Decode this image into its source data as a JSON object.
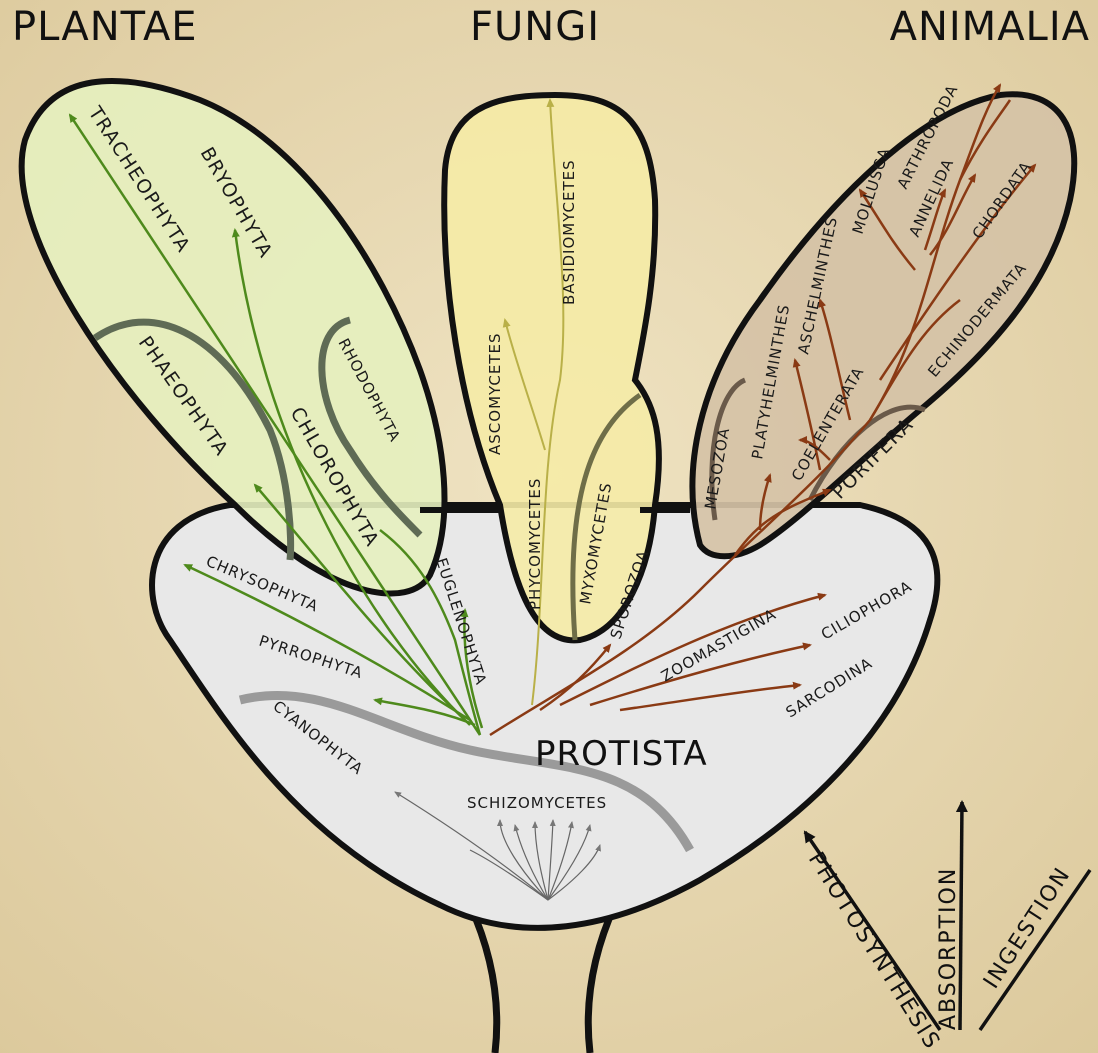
{
  "kingdoms": {
    "plantae": "PLANTAE",
    "fungi": "FUNGI",
    "animalia": "ANIMALIA",
    "protista": "PROTISTA"
  },
  "plantae_groups": {
    "tracheophyta": "TRACHEOPHYTA",
    "bryophyta": "BRYOPHYTA",
    "phaeophyta": "PHAEOPHYTA",
    "rhodophyta": "RHODOPHYTA",
    "chlorophyta": "CHLOROPHYTA"
  },
  "fungi_groups": {
    "basidiomycetes": "BASIDIOMYCETES",
    "ascomycetes": "ASCOMYCETES",
    "phycomycetes": "PHYCOMYCETES",
    "myxomycetes": "MYXOMYCETES"
  },
  "animalia_groups": {
    "arthropoda": "ARTHROPODA",
    "mollusca": "MOLLUSCA",
    "annelida": "ANNELIDA",
    "chordata": "CHORDATA",
    "aschelminthes": "ASCHELMINTHES",
    "platyhelminthes": "PLATYHELMINTHES",
    "echinodermata": "ECHINODERMATA",
    "coelenterata": "COELENTERATA",
    "mesozoa": "MESOZOA",
    "porifera": "PORIFERA"
  },
  "protista_groups": {
    "chrysophyta": "CHRYSOPHYTA",
    "euglenophyta": "EUGLENOPHYTA",
    "pyrrophyta": "PYRROPHYTA",
    "cyanophyta": "CYANOPHYTA",
    "sporozoa": "SPOROZOA",
    "zoomastigina": "ZOOMASTIGINA",
    "ciliophora": "CILIOPHORA",
    "sarcodina": "SARCODINA",
    "schizomycetes": "SCHIZOMYCETES"
  },
  "legend": {
    "photosynthesis": "PHOTOSYNTHESIS",
    "absorption": "ABSORPTION",
    "ingestion": "INGESTION"
  },
  "colors": {
    "plantae_fill": "#e6efbf",
    "fungi_fill": "#f5eba6",
    "animalia_fill": "#d5c2a6",
    "protista_fill": "#e8e8e8",
    "plant_branch": "#4e8a1c",
    "fungi_branch": "#b9b048",
    "animal_branch": "#8a3a14"
  }
}
